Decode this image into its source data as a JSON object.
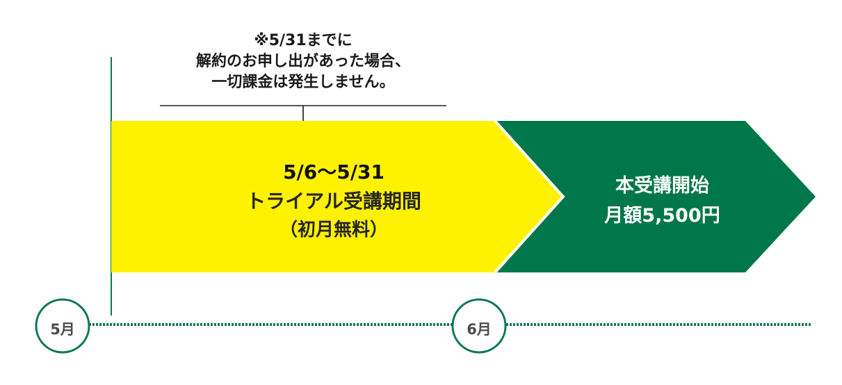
{
  "note": {
    "line1": "※5/31までに",
    "line2": "解約のお申し出があった場合、",
    "line3": "一切課金は発生しません。"
  },
  "trial": {
    "range": "5/6〜5/31",
    "title": "トライアル受講期間",
    "subtitle": "（初月無料）",
    "color": "#fff200"
  },
  "main_course": {
    "title": "本受講開始",
    "price": "月額5,500円",
    "color": "#00774a"
  },
  "timeline": {
    "months": [
      "5月",
      "6月"
    ],
    "color": "#0a7a4a"
  }
}
